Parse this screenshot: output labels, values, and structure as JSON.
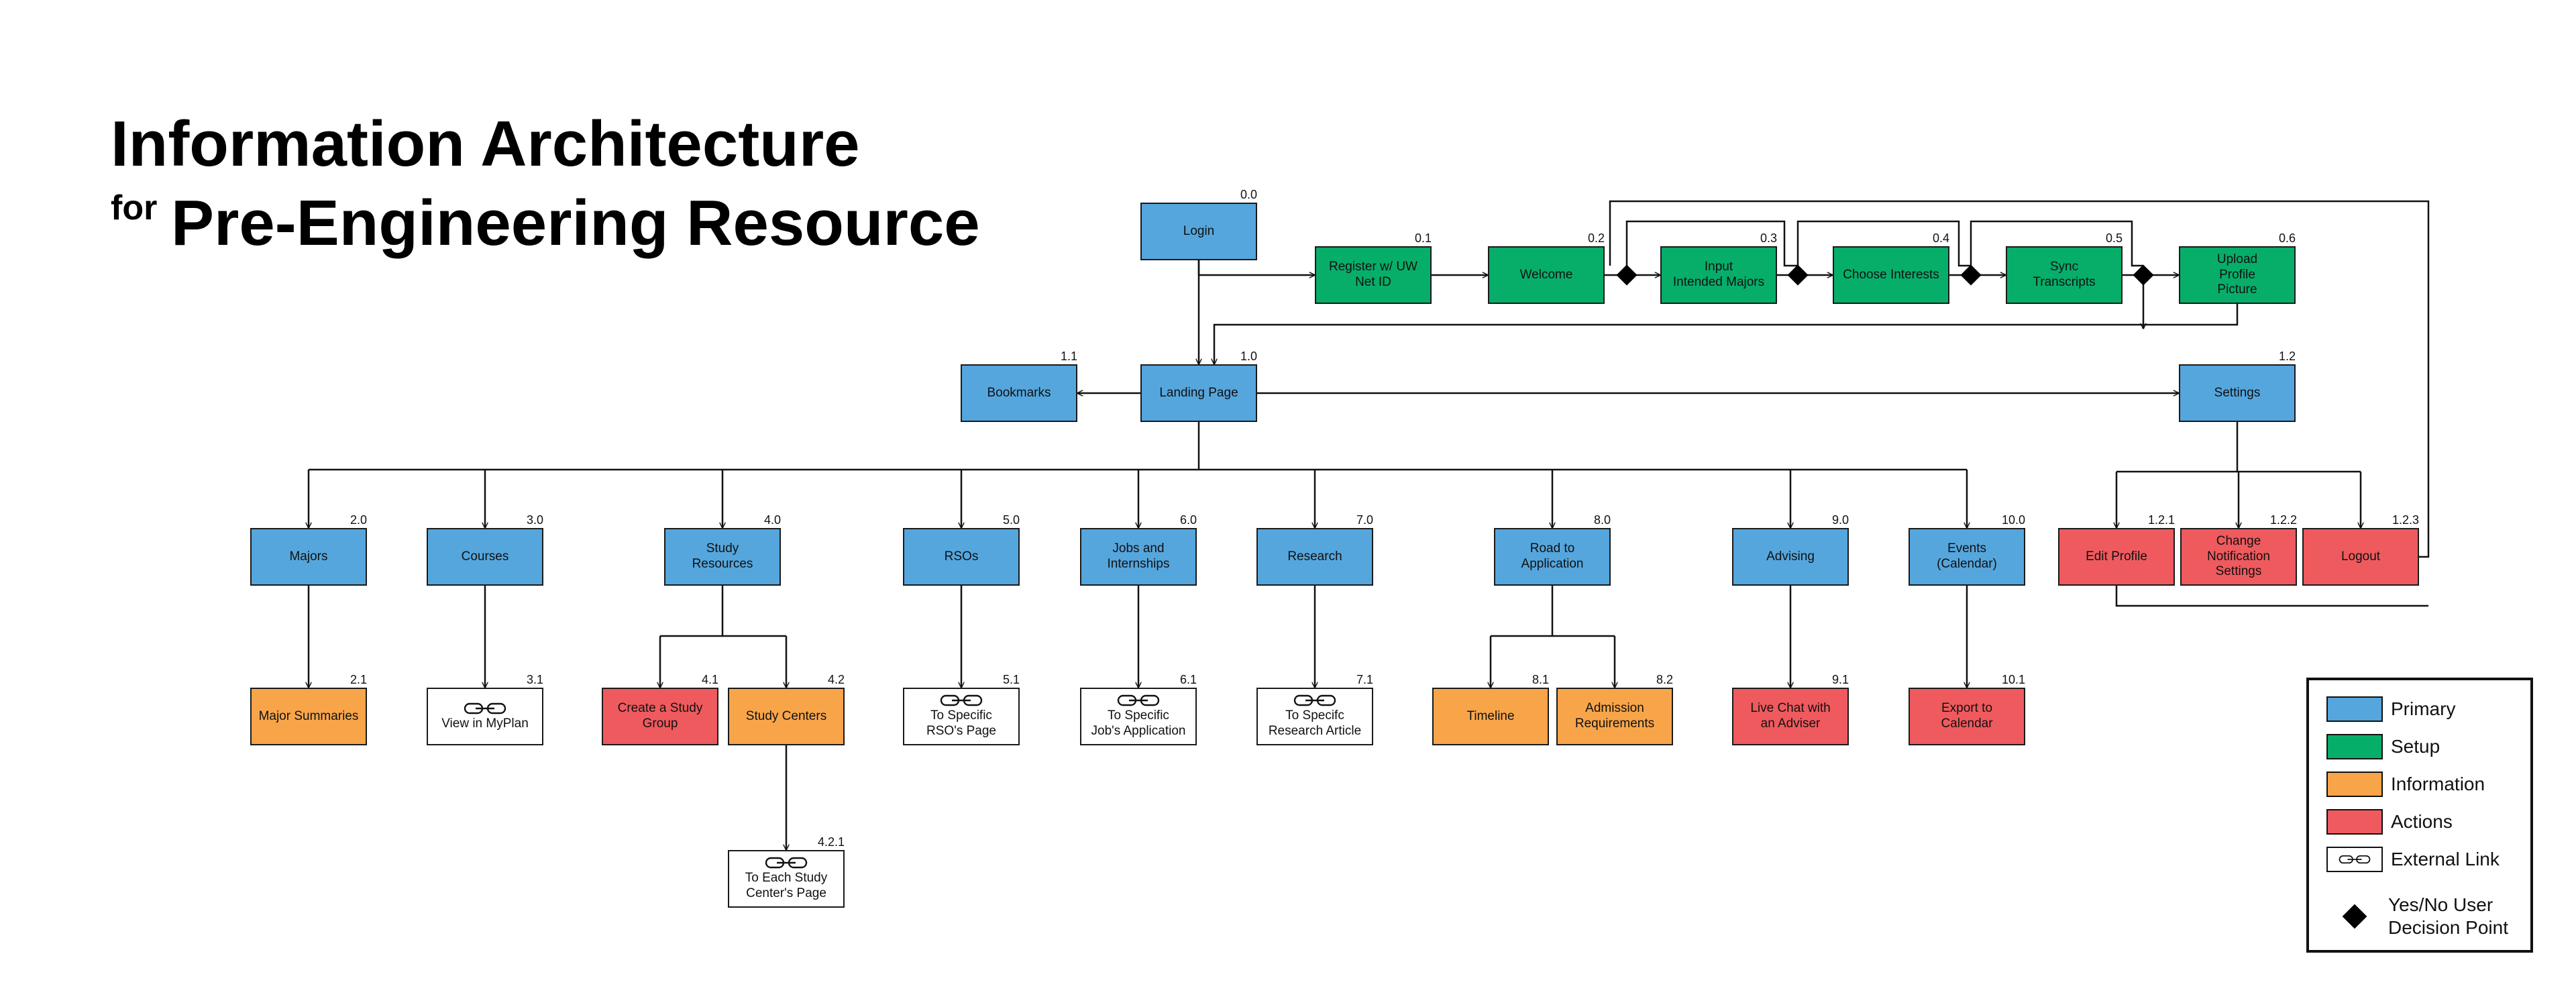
{
  "title": {
    "line1": "Information Architecture",
    "for": "for",
    "line2": "Pre-Engineering Resource"
  },
  "colors": {
    "primary": "#55A6DD",
    "setup": "#06AE6A",
    "information": "#F8A54A",
    "actions": "#EF5A5E",
    "external": "#FFFFFF"
  },
  "nodes": [
    {
      "id": "login",
      "label": "Login",
      "num": "0.0",
      "type": "primary"
    },
    {
      "id": "register",
      "label": "Register w/ UW\nNet ID",
      "num": "0.1",
      "type": "setup"
    },
    {
      "id": "welcome",
      "label": "Welcome",
      "num": "0.2",
      "type": "setup"
    },
    {
      "id": "majors-in",
      "label": "Input\nIntended Majors",
      "num": "0.3",
      "type": "setup"
    },
    {
      "id": "interests",
      "label": "Choose Interests",
      "num": "0.4",
      "type": "setup"
    },
    {
      "id": "sync",
      "label": "Sync\nTranscripts",
      "num": "0.5",
      "type": "setup"
    },
    {
      "id": "upload",
      "label": "Upload\nProfile\nPicture",
      "num": "0.6",
      "type": "setup"
    },
    {
      "id": "bookmarks",
      "label": "Bookmarks",
      "num": "1.1",
      "type": "primary"
    },
    {
      "id": "landing",
      "label": "Landing Page",
      "num": "1.0",
      "type": "primary"
    },
    {
      "id": "settings",
      "label": "Settings",
      "num": "1.2",
      "type": "primary"
    },
    {
      "id": "majors",
      "label": "Majors",
      "num": "2.0",
      "type": "primary"
    },
    {
      "id": "courses",
      "label": "Courses",
      "num": "3.0",
      "type": "primary"
    },
    {
      "id": "study",
      "label": "Study\nResources",
      "num": "4.0",
      "type": "primary"
    },
    {
      "id": "rsos",
      "label": "RSOs",
      "num": "5.0",
      "type": "primary"
    },
    {
      "id": "jobs",
      "label": "Jobs and\nInternships",
      "num": "6.0",
      "type": "primary"
    },
    {
      "id": "research",
      "label": "Research",
      "num": "7.0",
      "type": "primary"
    },
    {
      "id": "road",
      "label": "Road to\nApplication",
      "num": "8.0",
      "type": "primary"
    },
    {
      "id": "advising",
      "label": "Advising",
      "num": "9.0",
      "type": "primary"
    },
    {
      "id": "events",
      "label": "Events\n(Calendar)",
      "num": "10.0",
      "type": "primary"
    },
    {
      "id": "edit",
      "label": "Edit Profile",
      "num": "1.2.1",
      "type": "actions"
    },
    {
      "id": "notif",
      "label": "Change\nNotification\nSettings",
      "num": "1.2.2",
      "type": "actions"
    },
    {
      "id": "logout",
      "label": "Logout",
      "num": "1.2.3",
      "type": "actions"
    },
    {
      "id": "majsum",
      "label": "Major Summaries",
      "num": "2.1",
      "type": "information"
    },
    {
      "id": "myplan",
      "label": "View in MyPlan",
      "num": "3.1",
      "type": "external"
    },
    {
      "id": "group",
      "label": "Create a Study\nGroup",
      "num": "4.1",
      "type": "actions"
    },
    {
      "id": "centers",
      "label": "Study Centers",
      "num": "4.2",
      "type": "information"
    },
    {
      "id": "rsopage",
      "label": "To Specific\nRSO's Page",
      "num": "5.1",
      "type": "external"
    },
    {
      "id": "jobapp",
      "label": "To Specific\nJob's Application",
      "num": "6.1",
      "type": "external"
    },
    {
      "id": "article",
      "label": "To Specifc\nResearch Article",
      "num": "7.1",
      "type": "external"
    },
    {
      "id": "timeline",
      "label": "Timeline",
      "num": "8.1",
      "type": "information"
    },
    {
      "id": "admreq",
      "label": "Admission\nRequirements",
      "num": "8.2",
      "type": "information"
    },
    {
      "id": "chat",
      "label": "Live Chat with\nan Adviser",
      "num": "9.1",
      "type": "actions"
    },
    {
      "id": "export",
      "label": "Export to\nCalendar",
      "num": "10.1",
      "type": "actions"
    },
    {
      "id": "centerpage",
      "label": "To Each Study\nCenter's Page",
      "num": "4.2.1",
      "type": "external"
    }
  ],
  "legend": {
    "primary": "Primary",
    "setup": "Setup",
    "information": "Information",
    "actions": "Actions",
    "external": "External Link",
    "decision": "Yes/No User\nDecision Point"
  }
}
